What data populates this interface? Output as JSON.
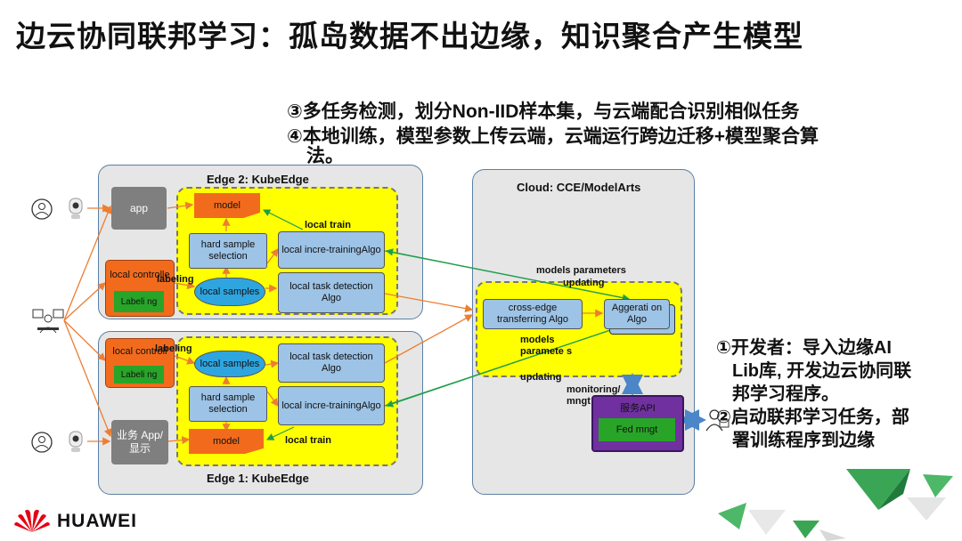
{
  "title": "边云协同联邦学习：孤岛数据不出边缘，知识聚合产生模型",
  "notes_top": [
    "③多任务检测，划分Non-IID样本集，与云端配合识别相似任务",
    "④本地训练，模型参数上传云端，云端运行跨边迁移+模型聚合算",
    "法。"
  ],
  "notes_right": [
    "①开发者：导入边缘AI",
    "Lib库, 开发边云协同联",
    "邦学习程序。",
    "②启动联邦学习任务，部",
    "署训练程序到边缘"
  ],
  "edge2": {
    "title": "Edge 2: KubeEdge",
    "app": "app",
    "local_controller": "local controlle",
    "labeling_badge": "Labeli ng",
    "labeling": "labeling",
    "model": "model",
    "hard_sample": "hard sample selection",
    "local_samples": "local samples",
    "local_train": "local train",
    "incre_training": "local incre-trainingAlgo",
    "task_detection": "local task detection Algo"
  },
  "edge1": {
    "title": "Edge 1: KubeEdge",
    "app": "业务 App/ 显示",
    "local_controller": "local controll",
    "labeling_badge": "Labeli ng",
    "labeling": "labeling",
    "model": "model",
    "hard_sample": "hard sample selection",
    "local_samples": "local samples",
    "local_train": "local train",
    "incre_training": "local incre-trainingAlgo",
    "task_detection": "local task detection Algo"
  },
  "cloud": {
    "title": "Cloud: CCE/ModelArts",
    "cross_edge": "cross-edge transferring Algo",
    "aggregation": "Aggerati on Algo",
    "models_params_top": "models parameters",
    "updating_top": "updating",
    "models_params_mid": "models paramete s",
    "updating_mid": "updating",
    "monitoring": "monitoring/ mngt",
    "service_api": "服务API",
    "fed_mngt": "Fed mngt"
  },
  "brand": "HUAWEI",
  "colors": {
    "edge_yellow": "#ffff00",
    "orange": "#f26b1d",
    "blue_box": "#9dc3e6",
    "purple": "#7030a0",
    "green": "#28a428",
    "huawei_red": "#e60012"
  },
  "icons": [
    "person-icon",
    "camera-icon",
    "team-icon",
    "developer-icon",
    "huawei-logo-icon"
  ]
}
